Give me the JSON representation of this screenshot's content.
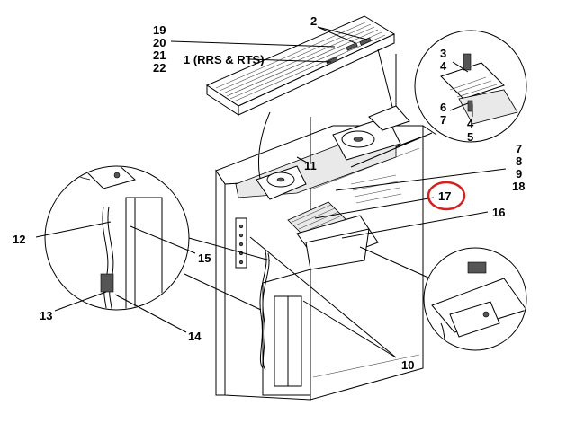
{
  "callouts": {
    "c19": "19",
    "c20": "20",
    "c21": "21",
    "c22": "22",
    "c2": "2",
    "c1": "1 (RRS & RTS)",
    "c3": "3",
    "c4a": "4",
    "c6": "6",
    "c7a": "7",
    "c4b": "4",
    "c5": "5",
    "c11": "11",
    "c7b": "7",
    "c8": "8",
    "c9": "9",
    "c18": "18",
    "c17": "17",
    "c16": "16",
    "c12": "12",
    "c15": "15",
    "c13": "13",
    "c14": "14",
    "c10": "10"
  },
  "highlight": {
    "target": "17",
    "color": "#d62020"
  }
}
